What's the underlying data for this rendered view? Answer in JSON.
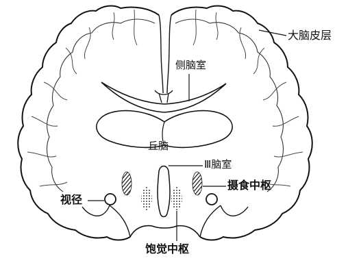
{
  "diagram": {
    "labels": {
      "cortex": "大脑皮层",
      "lateral_ventricle": "侧脑室",
      "thalamus": "丘脑",
      "third_ventricle": "Ⅲ脑室",
      "feeding_center": "摄食中枢",
      "optic_tract": "视径",
      "satiety_center": "饱觉中枢"
    }
  }
}
